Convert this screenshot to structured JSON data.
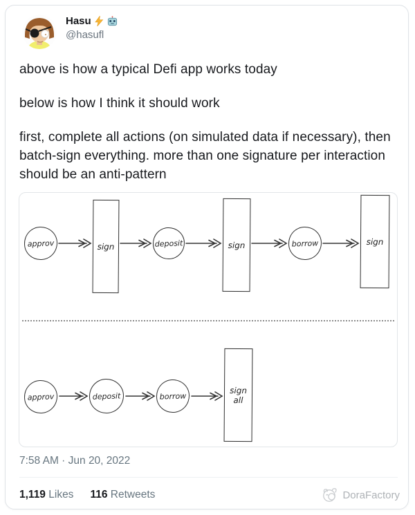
{
  "tweet": {
    "author": {
      "name": "Hasu",
      "name_icons": [
        "lightning",
        "robot"
      ],
      "icons": {
        "lightning": "⚡",
        "robot": "🤖"
      },
      "handle": "@hasufl"
    },
    "body": {
      "p1": "above is how a typical Defi app works today",
      "p2": "below is how I think it should work",
      "p3": "first, complete all actions (on simulated data if necessary), then batch-sign everything. more than one signature per interaction should be an anti-pattern"
    },
    "timestamp": "7:58 AM · Jun 20, 2022",
    "stats": {
      "likes_count": "1,119",
      "likes_label": "Likes",
      "retweets_count": "116",
      "retweets_label": "Retweets"
    }
  },
  "diagram": {
    "description": "hand-drawn flowcharts; top row current Defi flow, bottom row proposed flow",
    "top_flow": [
      {
        "shape": "circle",
        "label": "approv"
      },
      {
        "shape": "rect",
        "label": "sign"
      },
      {
        "shape": "circle",
        "label": "deposit"
      },
      {
        "shape": "rect",
        "label": "sign"
      },
      {
        "shape": "circle",
        "label": "borrow"
      },
      {
        "shape": "rect",
        "label": "sign"
      }
    ],
    "bottom_flow": [
      {
        "shape": "circle",
        "label": "approv"
      },
      {
        "shape": "circle",
        "label": "deposit"
      },
      {
        "shape": "circle",
        "label": "borrow"
      },
      {
        "shape": "rect",
        "label": "sign all"
      }
    ]
  },
  "watermark": {
    "label": "DoraFactory"
  },
  "colors": {
    "card_border": "#dfe3e7",
    "text_primary": "#17191d",
    "text_secondary": "#66757f",
    "sketch_stroke": "#2e2e2e",
    "lightning_yellow": "#f8b434",
    "robot_teal": "#a8d6de"
  }
}
